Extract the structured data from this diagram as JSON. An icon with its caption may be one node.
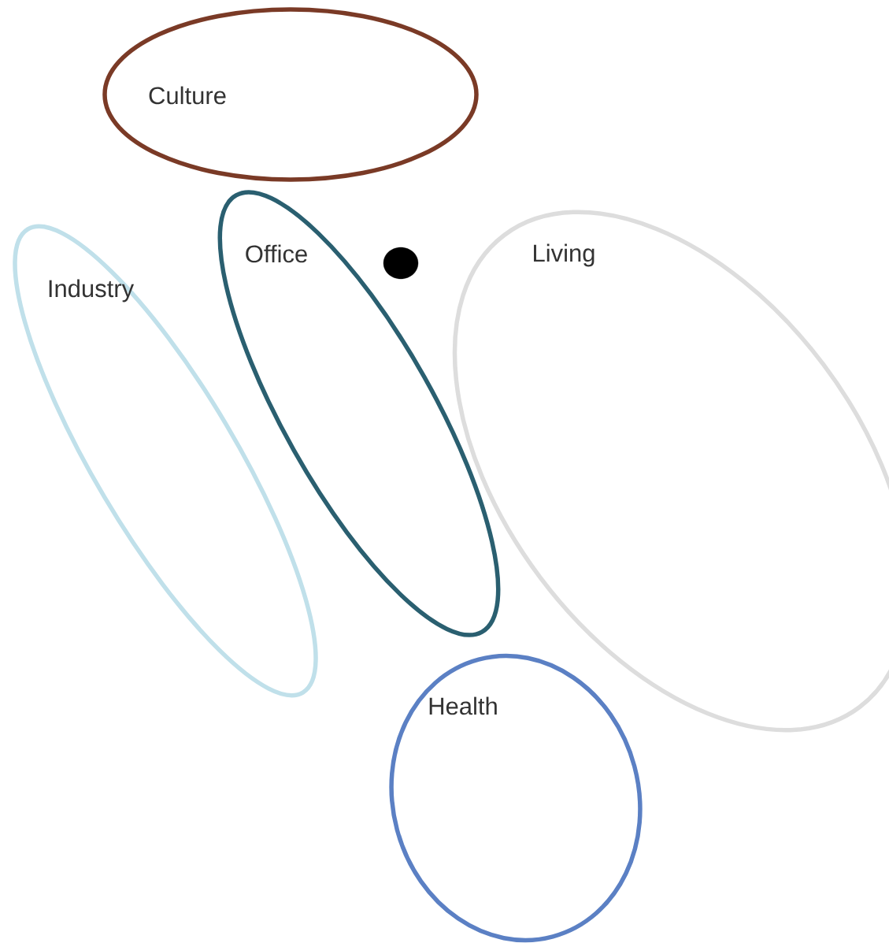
{
  "diagram": {
    "nodes": [
      {
        "text": [
          "Culture"
        ]
      },
      {
        "text": [
          "Office"
        ]
      },
      {
        "text": [
          "Industry"
        ]
      },
      {
        "text": [
          "Living"
        ]
      },
      {
        "text": [
          "Health"
        ]
      },
      {
        "text": [],
        "shape": "circle"
      }
    ]
  }
}
